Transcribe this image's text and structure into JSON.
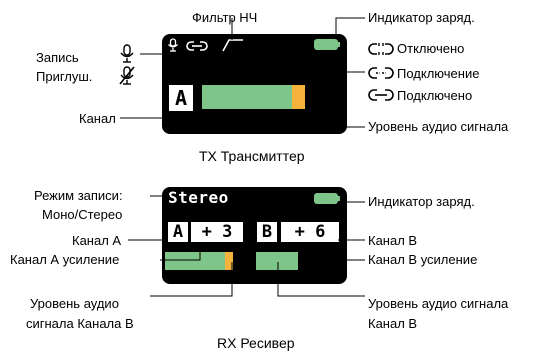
{
  "colors": {
    "bar_green": "#7ec58a",
    "bar_orange": "#f5b23c",
    "battery_green": "#7ec58a",
    "screen_bg": "#000000",
    "line": "#000000"
  },
  "tx": {
    "caption": "TX Трансмиттер",
    "labels": {
      "lpf": "Фильтр НЧ",
      "battery": "Индикатор заряд.",
      "record": "Запись",
      "mute": "Приглуш.",
      "disconnected": "Отключено",
      "connecting": "Подключение",
      "connected": "Подключено",
      "channel": "Канал",
      "audio_level": "Уровень аудио сигнала"
    },
    "channel_value": "A",
    "level_fraction": 0.9
  },
  "rx": {
    "caption": "RX Ресивер",
    "labels": {
      "mode_line1": "Режим записи:",
      "mode_line2": "Моно/Стерео",
      "battery": "Индикатор заряд.",
      "channel_a": "Канал А",
      "channel_a_gain": "Канал А усиление",
      "channel_b": "Канал B",
      "channel_b_gain": "Канал B усиление",
      "level_b_left_line1": "Уровень аудио",
      "level_b_left_line2": "сигнала Канала В",
      "level_b_right_line1": "Уровень аудио сигнала",
      "level_b_right_line2": "Канал В"
    },
    "mode_value": "Stereo",
    "channel_a_value": "A",
    "gain_a_value": "+ 3",
    "channel_b_value": "B",
    "gain_b_value": "+ 6"
  },
  "icons": {
    "record": "microphone-icon",
    "mute": "microphone-muted-icon",
    "lpf": "low-pass-filter-icon",
    "disconnected": "link-broken-icon",
    "connecting": "link-connecting-icon",
    "connected": "link-connected-icon",
    "battery": "battery-icon"
  }
}
